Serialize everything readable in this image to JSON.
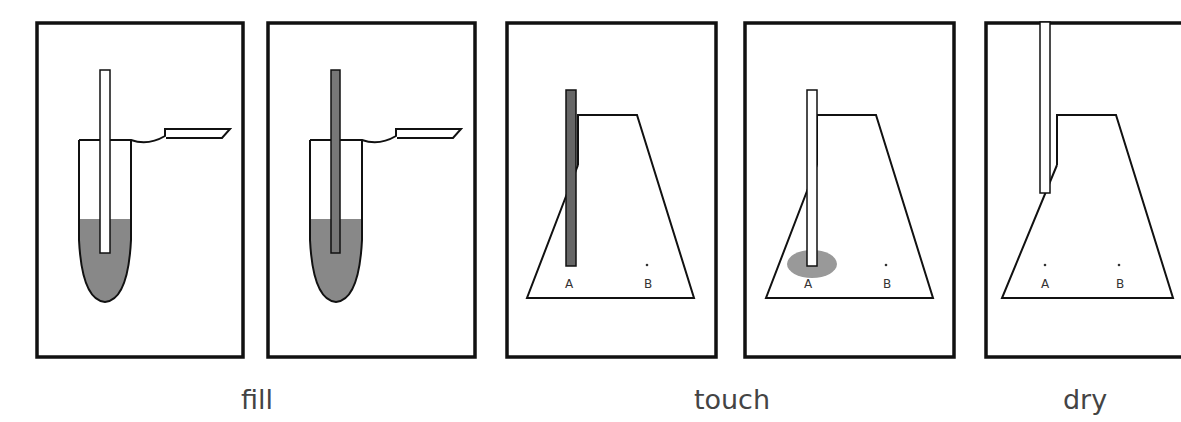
{
  "diagram": {
    "labels": [
      "A",
      "B",
      "A",
      "B",
      "A",
      "B",
      "fill",
      "touch",
      "dry"
    ]
  }
}
